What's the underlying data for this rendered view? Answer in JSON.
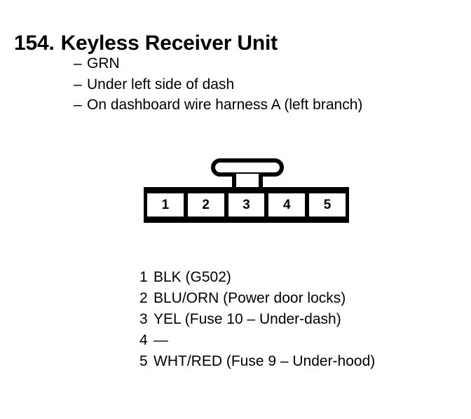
{
  "page": {
    "background_color": "#ffffff",
    "ink_color": "#000000"
  },
  "header": {
    "number": "154.",
    "title": "Keyless Receiver Unit"
  },
  "description": {
    "dash": "–",
    "items": [
      {
        "text": "GRN"
      },
      {
        "text": "Under left side of dash"
      },
      {
        "text": "On dashboard wire harness A (left branch)"
      }
    ]
  },
  "connector": {
    "name": "keyless-receiver-connector",
    "latch": "locking-tab",
    "cavity_count": 5,
    "cells": [
      {
        "number": "1"
      },
      {
        "number": "2"
      },
      {
        "number": "3"
      },
      {
        "number": "4"
      },
      {
        "number": "5"
      }
    ]
  },
  "pin_legend": {
    "rows": [
      {
        "number": "1",
        "label": "BLK (G502)"
      },
      {
        "number": "2",
        "label": "BLU/ORN (Power door locks)"
      },
      {
        "number": "3",
        "label": "YEL (Fuse 10 – Under-dash)"
      },
      {
        "number": "4",
        "label": "—"
      },
      {
        "number": "5",
        "label": "WHT/RED (Fuse 9 – Under-hood)"
      }
    ]
  }
}
